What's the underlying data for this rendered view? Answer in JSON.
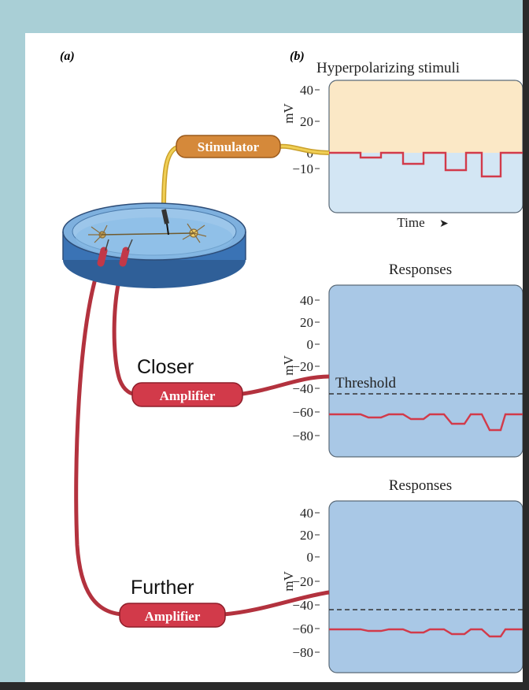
{
  "panel_a_label": "(a)",
  "panel_b_label": "(b)",
  "stimulator_label": "Stimulator",
  "amplifier_label": "Amplifier",
  "closer_label": "Closer",
  "further_label": "Further",
  "top_plot": {
    "title": "Hyperpolarizing stimuli",
    "ylabel": "mV",
    "ticks": [
      "40",
      "20",
      "0",
      "−10"
    ],
    "xlabel": "Time",
    "arrow_glyph": "➤"
  },
  "mid_plot": {
    "title": "Responses",
    "ylabel": "mV",
    "ticks": [
      "40",
      "20",
      "0",
      "−20",
      "−40",
      "−60",
      "−80"
    ],
    "threshold_label": "Threshold"
  },
  "bot_plot": {
    "title": "Responses",
    "ylabel": "mV",
    "ticks": [
      "40",
      "20",
      "0",
      "−20",
      "−40",
      "−60",
      "−80"
    ]
  },
  "colors": {
    "frame": "#a9cfd6",
    "stimulator": "#d5893a",
    "amplifier": "#d23a4a",
    "wire_red": "#b3323e",
    "wire_yellow": "#e4b83a",
    "trace": "#d23a4a",
    "plot_blue": "#a9c8e6",
    "plot_peach": "#fbe8c6",
    "plot_lightblue": "#d3e6f4"
  }
}
